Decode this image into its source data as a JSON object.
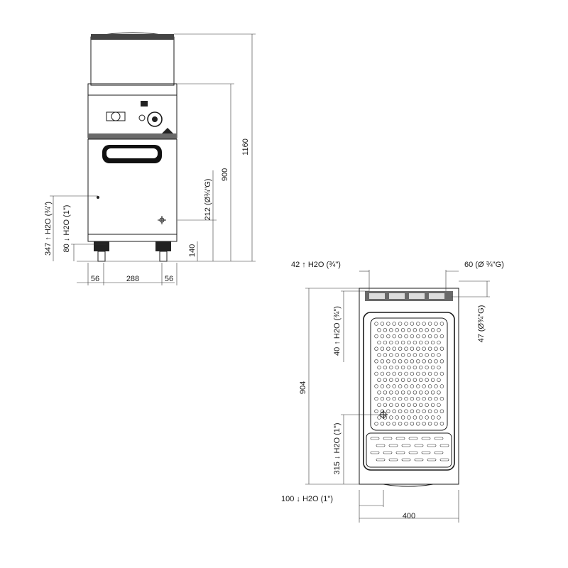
{
  "front_view": {
    "dimensions": {
      "total_height": "1160",
      "body_height": "900",
      "leg_height": "140",
      "gas_height": "212 (Ø¾\"G)",
      "water_inlet_height": "347 ↑ H2O (¾\")",
      "drain_height": "80 ↓ H2O (1\")",
      "left_offset": "56",
      "leg_spacing": "288",
      "right_offset": "56"
    }
  },
  "top_view": {
    "dimensions": {
      "water_inlet_x": "42 ↑ H2O (¾\")",
      "gas_x": "60 (Ø ¾\"G)",
      "water_inlet_y": "40 ↑ H2O (¾\")",
      "gas_y": "47 (Ø¾\"G)",
      "depth": "904",
      "drain_y": "315 ↓ H2O (1\")",
      "drain_x": "100 ↓ H2O (1\")",
      "width": "400"
    }
  },
  "colors": {
    "line": "#1a1a1a",
    "panel": "#cfcfcf",
    "dark_panel": "#5a5a5a"
  }
}
